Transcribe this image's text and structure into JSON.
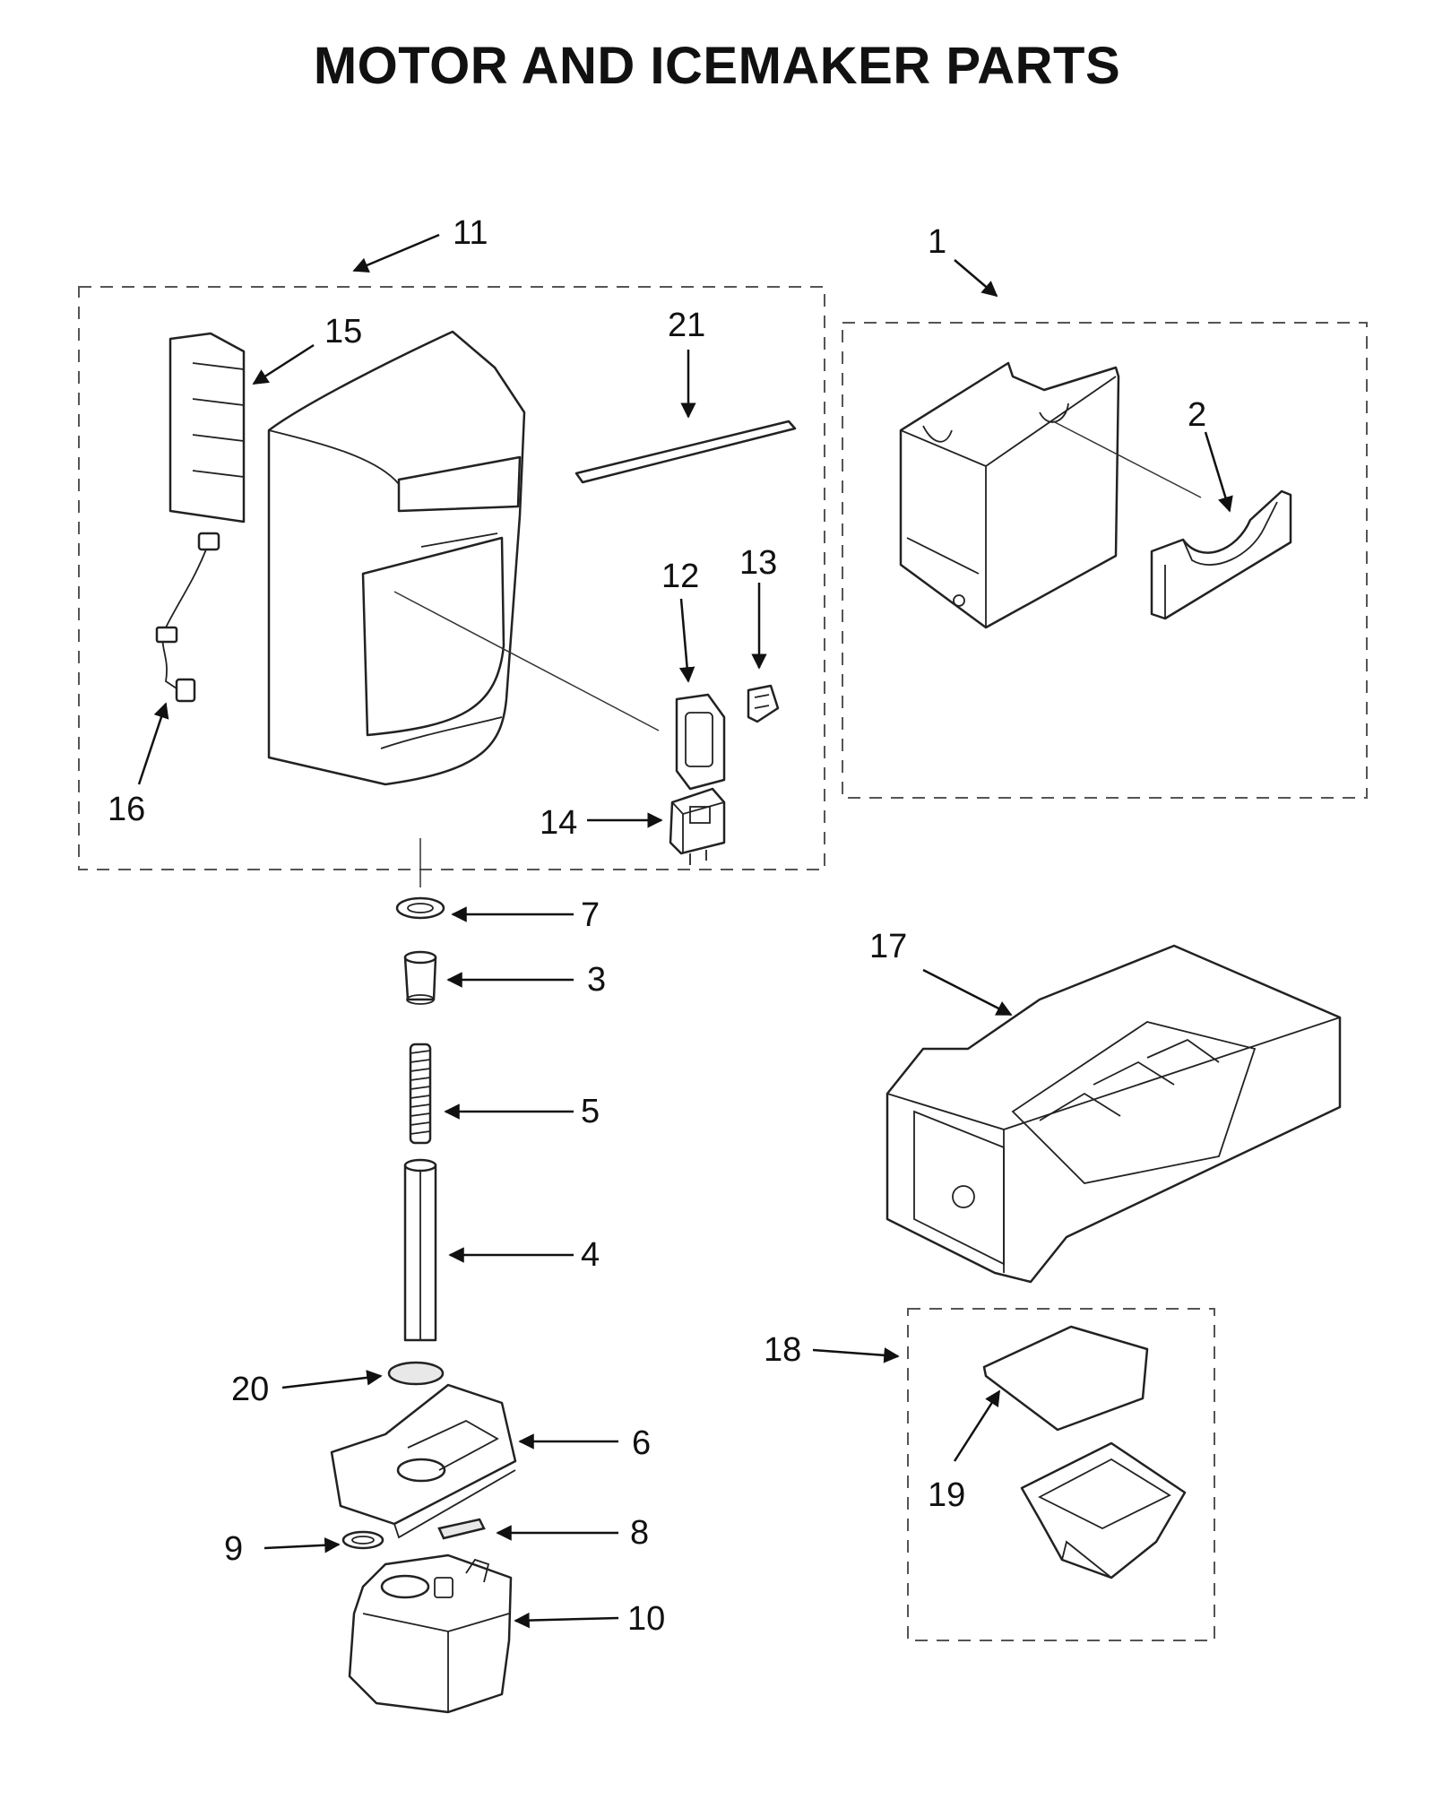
{
  "title": "MOTOR AND ICEMAKER PARTS",
  "callouts": {
    "c1": "1",
    "c2": "2",
    "c3": "3",
    "c4": "4",
    "c5": "5",
    "c6": "6",
    "c7": "7",
    "c8": "8",
    "c9": "9",
    "c10": "10",
    "c11": "11",
    "c12": "12",
    "c13": "13",
    "c14": "14",
    "c15": "15",
    "c16": "16",
    "c17": "17",
    "c18": "18",
    "c19": "19",
    "c20": "20",
    "c21": "21"
  }
}
